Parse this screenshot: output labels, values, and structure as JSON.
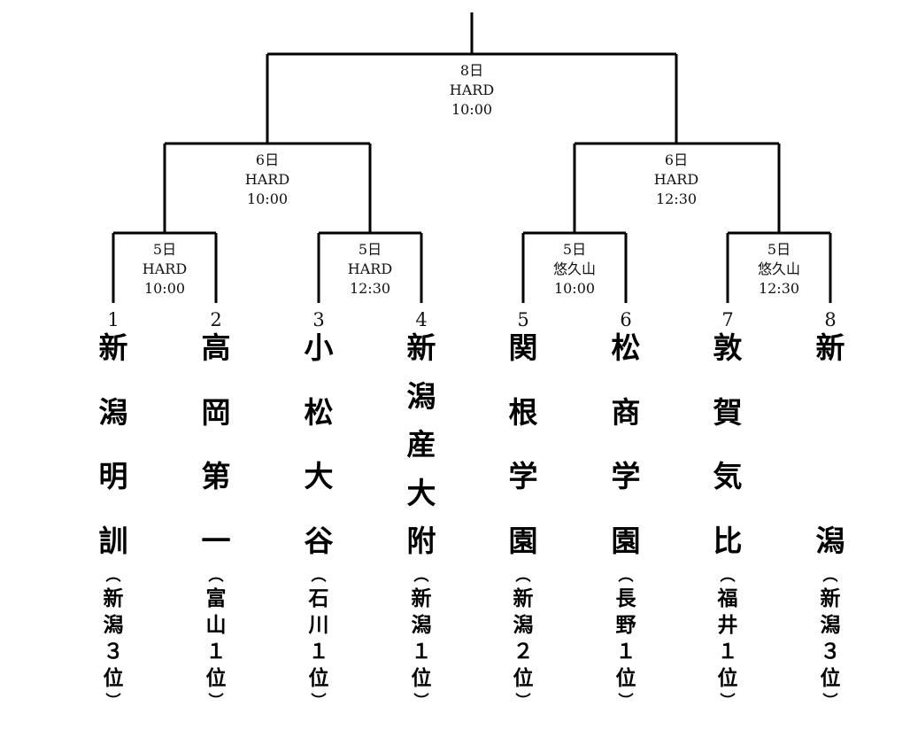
{
  "matches": [
    {
      "id": "r1m1",
      "date": "5日",
      "court": "HARD",
      "time": "10:00"
    },
    {
      "id": "r1m2",
      "date": "5日",
      "court": "HARD",
      "time": "12:30"
    },
    {
      "id": "r1m3",
      "date": "5日",
      "court": "悠久山",
      "time": "10:00"
    },
    {
      "id": "r1m4",
      "date": "5日",
      "court": "悠久山",
      "time": "12:30"
    },
    {
      "id": "sf1",
      "date": "6日",
      "court": "HARD",
      "time": "10:00"
    },
    {
      "id": "sf2",
      "date": "6日",
      "court": "HARD",
      "time": "12:30"
    },
    {
      "id": "final",
      "date": "8日",
      "court": "HARD",
      "time": "10:00"
    }
  ],
  "teams": [
    {
      "seed": "1",
      "name": "新潟明訓",
      "pref": "新潟",
      "rank": "3",
      "rank_suffix": "位"
    },
    {
      "seed": "2",
      "name": "高岡第一",
      "pref": "富山",
      "rank": "1",
      "rank_suffix": "位"
    },
    {
      "seed": "3",
      "name": "小松大谷",
      "pref": "石川",
      "rank": "1",
      "rank_suffix": "位"
    },
    {
      "seed": "4",
      "name": "新潟産大附",
      "pref": "新潟",
      "rank": "1",
      "rank_suffix": "位"
    },
    {
      "seed": "5",
      "name": "関根学園",
      "pref": "新潟",
      "rank": "2",
      "rank_suffix": "位"
    },
    {
      "seed": "6",
      "name": "松商学園",
      "pref": "長野",
      "rank": "1",
      "rank_suffix": "位"
    },
    {
      "seed": "7",
      "name": "敦賀気比",
      "pref": "福井",
      "rank": "1",
      "rank_suffix": "位"
    },
    {
      "seed": "8",
      "name": "新潟",
      "pref": "新潟",
      "rank": "3",
      "rank_suffix": "位"
    }
  ]
}
